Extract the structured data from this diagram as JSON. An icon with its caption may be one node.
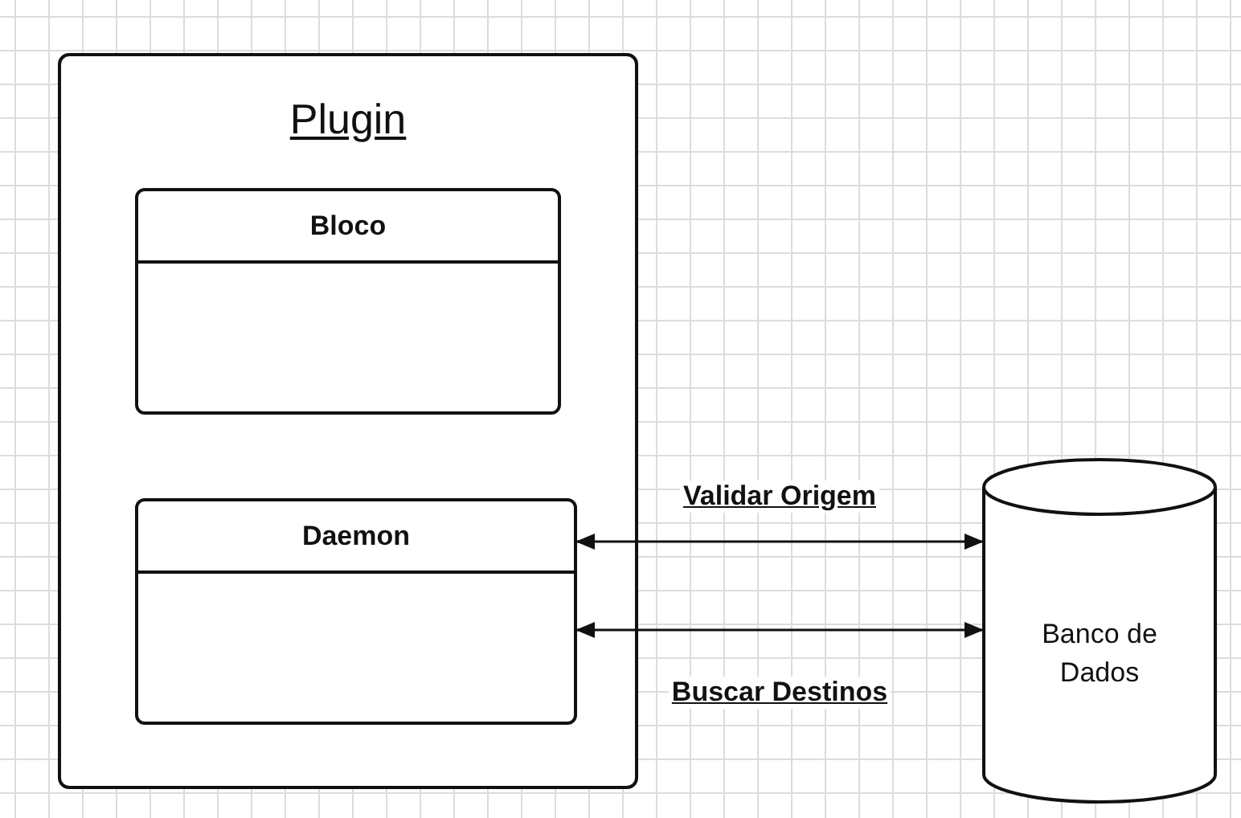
{
  "diagram": {
    "nodes": [
      {
        "text": [
          "Plugin"
        ]
      },
      {
        "text": [
          "Bloco"
        ],
        "in": 0
      },
      {
        "text": [
          "Daemon"
        ],
        "in": 0
      },
      {
        "text": [
          "Banco de Dados"
        ]
      }
    ],
    "edges": [
      {
        "from": 2,
        "to": 3,
        "arrow": "both",
        "label": "Validar Origem"
      },
      {
        "from": 2,
        "to": 3,
        "arrow": "both",
        "label": "Buscar Destinos"
      }
    ]
  }
}
